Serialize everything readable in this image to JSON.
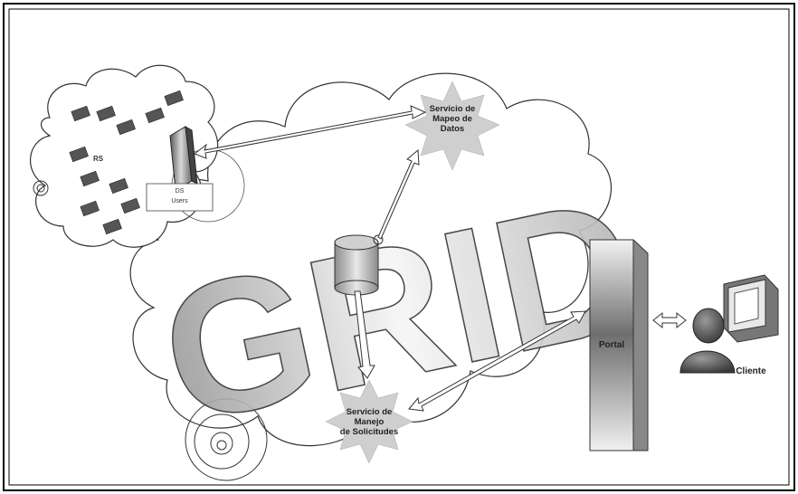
{
  "diagram": {
    "grid_word": "GRID",
    "services": {
      "mapping": [
        "Servicio de",
        "Mapeo de",
        "Datos"
      ],
      "requests": [
        "Servicio de",
        "Manejo",
        "de Solicitudes"
      ]
    },
    "portal_label": "Portal",
    "client_label": "Cliente",
    "server_box_lines": [
      "DS",
      "Users"
    ],
    "rs_label": "RS"
  }
}
